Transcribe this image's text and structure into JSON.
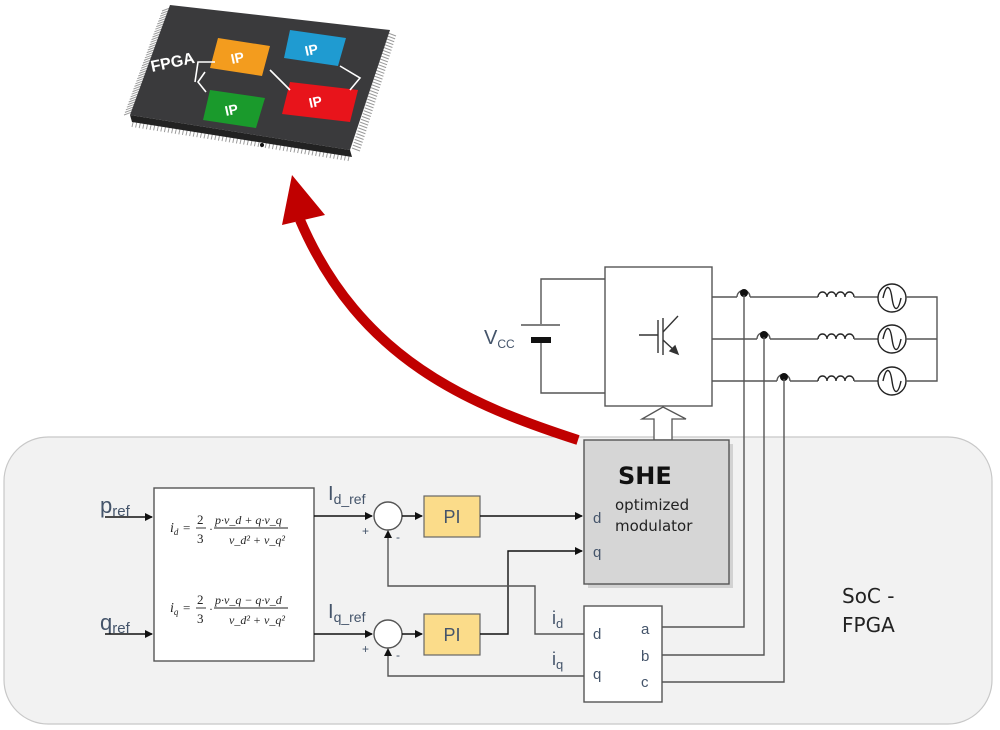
{
  "chip": {
    "label": "FPGA",
    "ip_blocks": [
      {
        "label": "IP",
        "color": "#f39c1e"
      },
      {
        "label": "IP",
        "color": "#1f9bd1"
      },
      {
        "label": "IP",
        "color": "#1a9a2c"
      },
      {
        "label": "IP",
        "color": "#e8141b"
      }
    ],
    "body_color": "#3a3a3c"
  },
  "arrow_color": "#c00000",
  "power": {
    "vcc_main": "V",
    "vcc_sub": "CC",
    "phases": 3
  },
  "panel": {
    "soc_line1": "SoC -",
    "soc_line2": "FPGA",
    "inputs": {
      "p_main": "p",
      "p_sub": "ref",
      "q_main": "q",
      "q_sub": "ref"
    },
    "equations": {
      "id_lhs": "i",
      "id_lhs_sub": "d",
      "id_frac_num": "2",
      "id_frac_den": "3",
      "id_num": "p·v_d + q·v_q",
      "id_den": "v_d² + v_q²",
      "iq_lhs": "i",
      "iq_lhs_sub": "q",
      "iq_frac_num": "2",
      "iq_frac_den": "3",
      "iq_num": "p·v_q − q·v_d",
      "iq_den": "v_d² + v_q²"
    },
    "refs": {
      "id_ref_main": "I",
      "id_ref_sub": "d_ref",
      "iq_ref_main": "I",
      "iq_ref_sub": "q_ref"
    },
    "sum_signs": {
      "plus": "+",
      "minus": "-"
    },
    "pi_label": "PI",
    "she": {
      "title": "SHE",
      "line1": "optimized",
      "line2": "modulator",
      "port_d": "d",
      "port_q": "q"
    },
    "transform": {
      "in_d": "d",
      "in_q": "q",
      "out_a": "a",
      "out_b": "b",
      "out_c": "c"
    },
    "feedback": {
      "id_main": "i",
      "id_sub": "d",
      "iq_main": "i",
      "iq_sub": "q"
    },
    "pi_color": "#fbdc8a",
    "she_color": "#d6d6d6",
    "panel_color": "#f2f2f2"
  }
}
